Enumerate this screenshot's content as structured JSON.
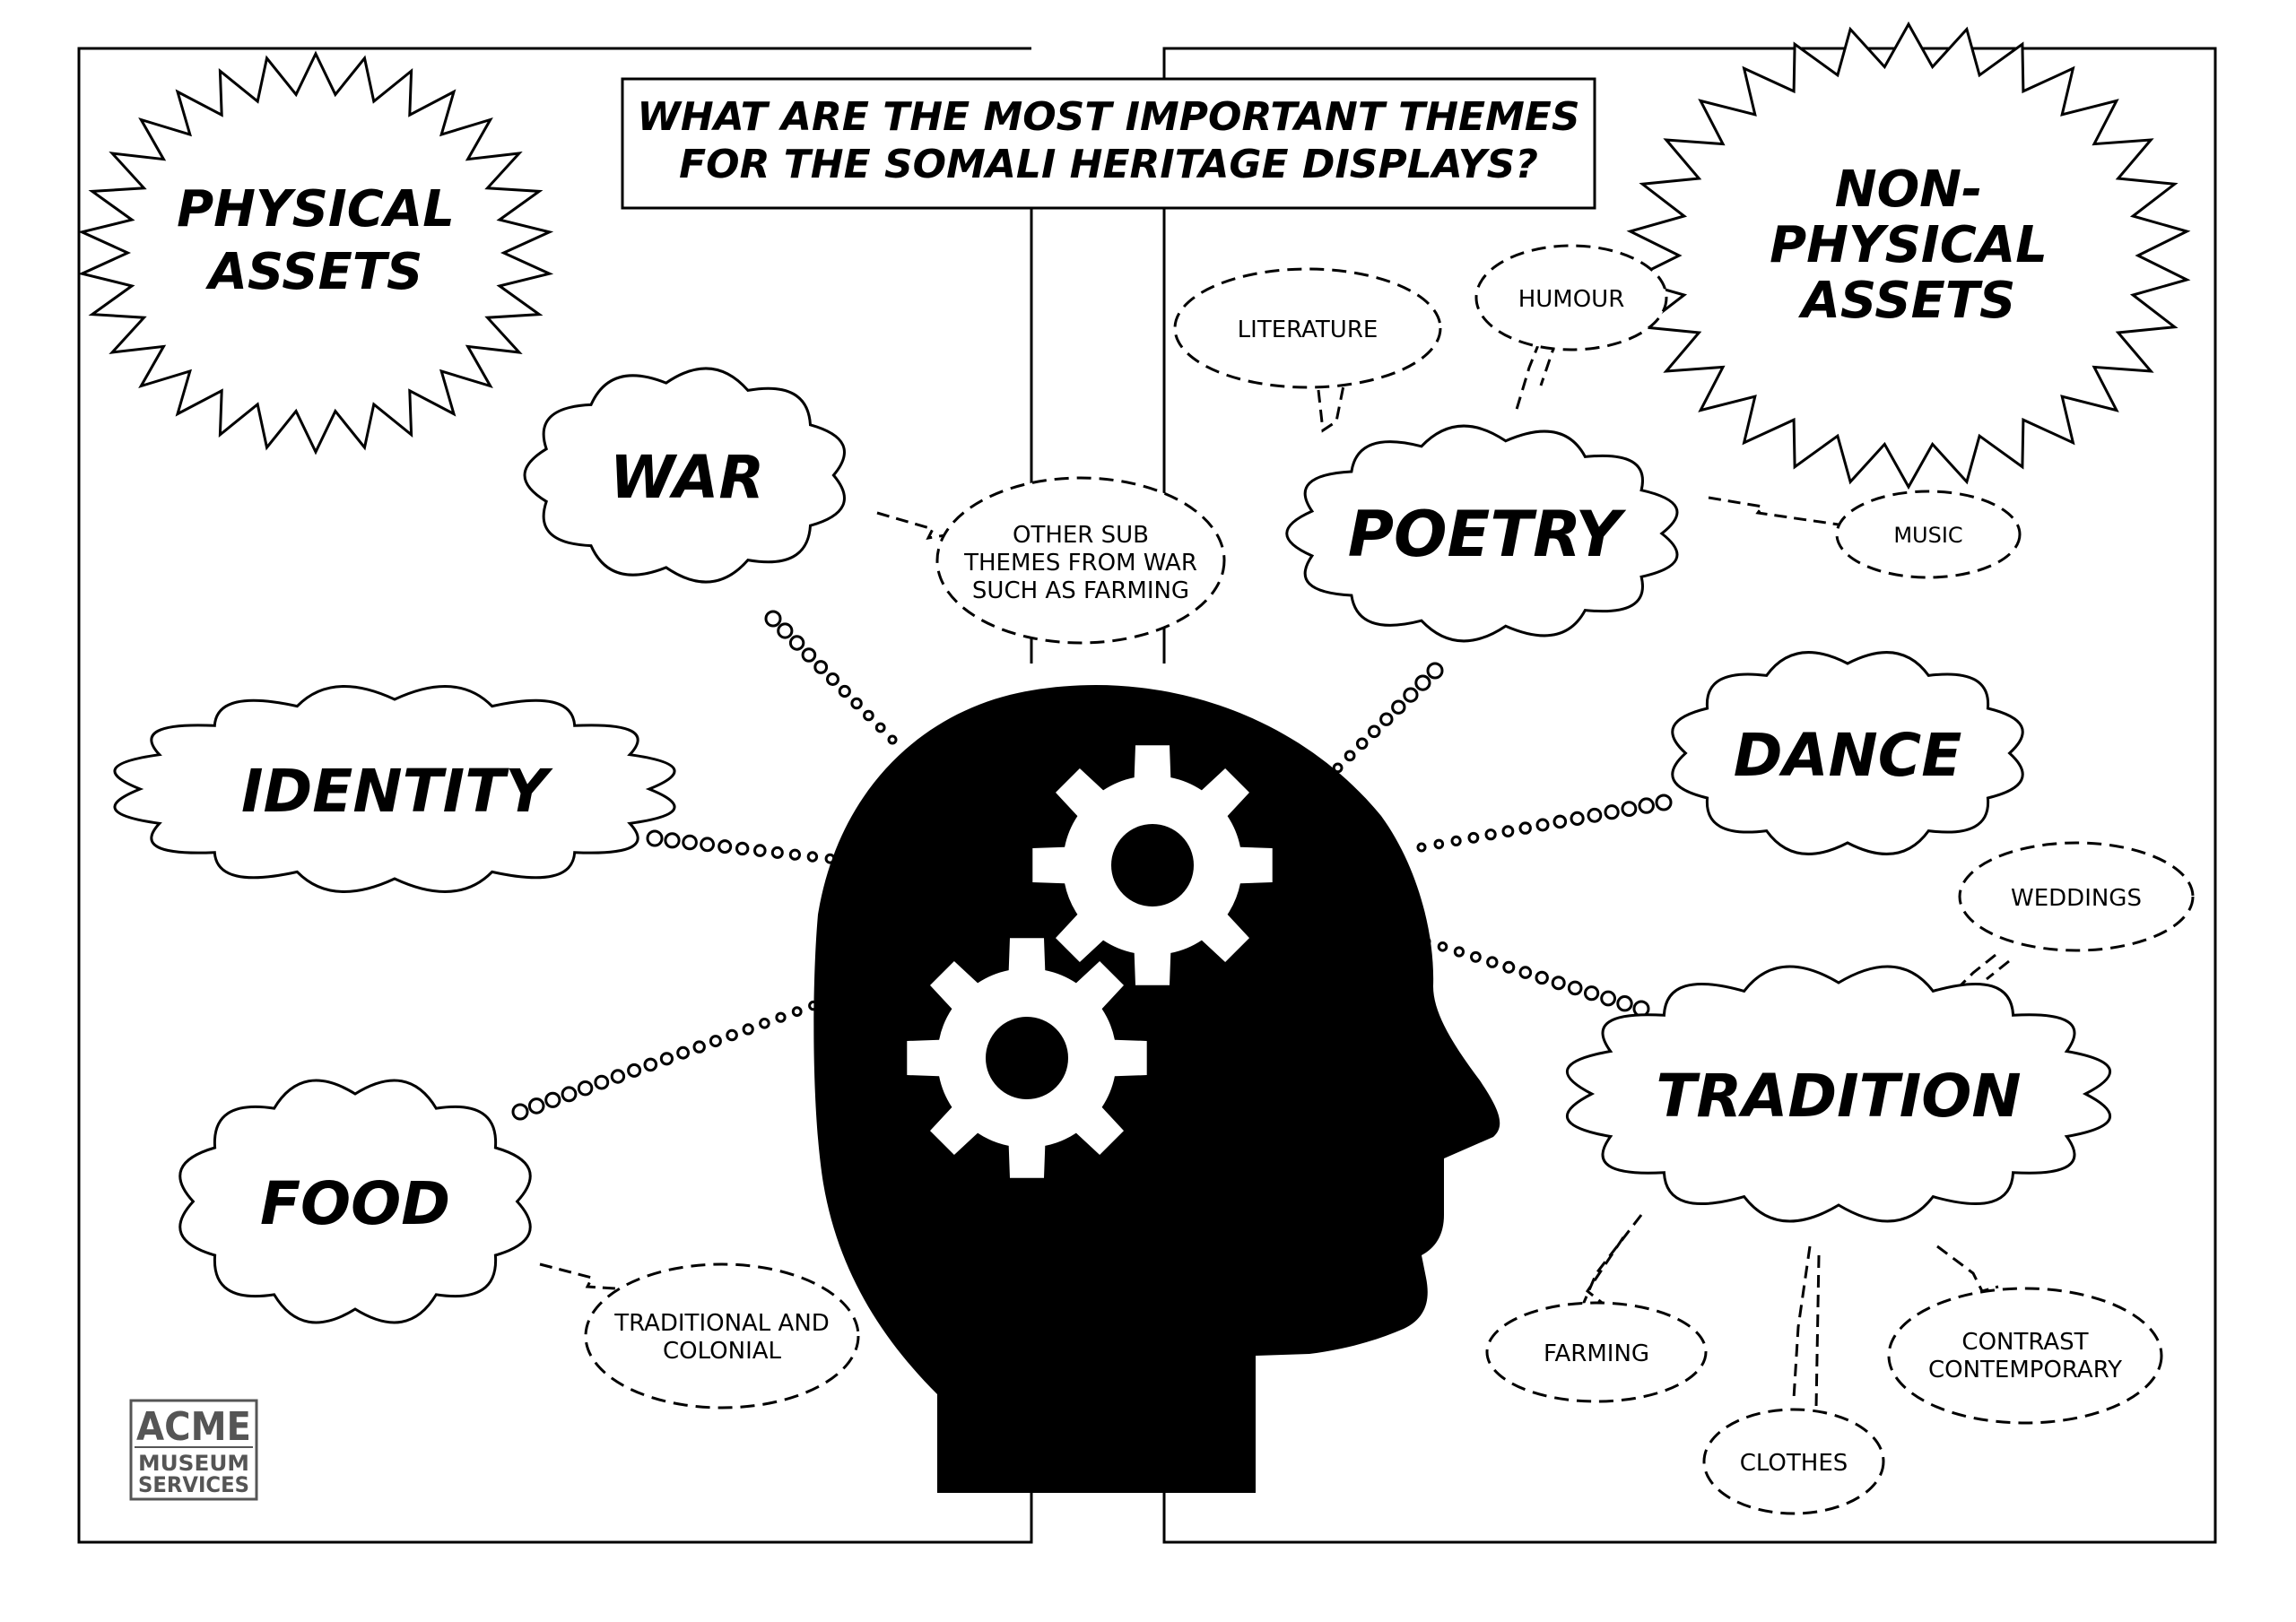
{
  "title": {
    "line1": "WHAT ARE THE MOST IMPORTANT THEMES",
    "line2": "FOR THE SOMALI HERITAGE DISPLAYS?"
  },
  "physical_assets": {
    "line1": "PHYSICAL",
    "line2": "ASSETS"
  },
  "non_physical_assets": {
    "line1": "NON-",
    "line2": "PHYSICAL",
    "line3": "ASSETS"
  },
  "themes": {
    "war": "WAR",
    "identity": "IDENTITY",
    "food": "FOOD",
    "poetry": "POETRY",
    "dance": "DANCE",
    "tradition": "TRADITION"
  },
  "sub_themes": {
    "war_other": {
      "line1": "OTHER SUB",
      "line2": "THEMES FROM WAR",
      "line3": "SUCH AS FARMING"
    },
    "food_types": {
      "line1": "TRADITIONAL AND",
      "line2": "COLONIAL"
    },
    "literature": "LITERATURE",
    "humour": "HUMOUR",
    "music": "MUSIC",
    "weddings": "WEDDINGS",
    "farming": "FARMING",
    "clothes": "CLOTHES",
    "contrast": {
      "line1": "CONTRAST",
      "line2": "CONTEMPORARY"
    }
  },
  "logo": {
    "line1": "ACME",
    "line2": "MUSEUM",
    "line3": "SERVICES"
  },
  "central_icon": "head-with-gears-icon"
}
